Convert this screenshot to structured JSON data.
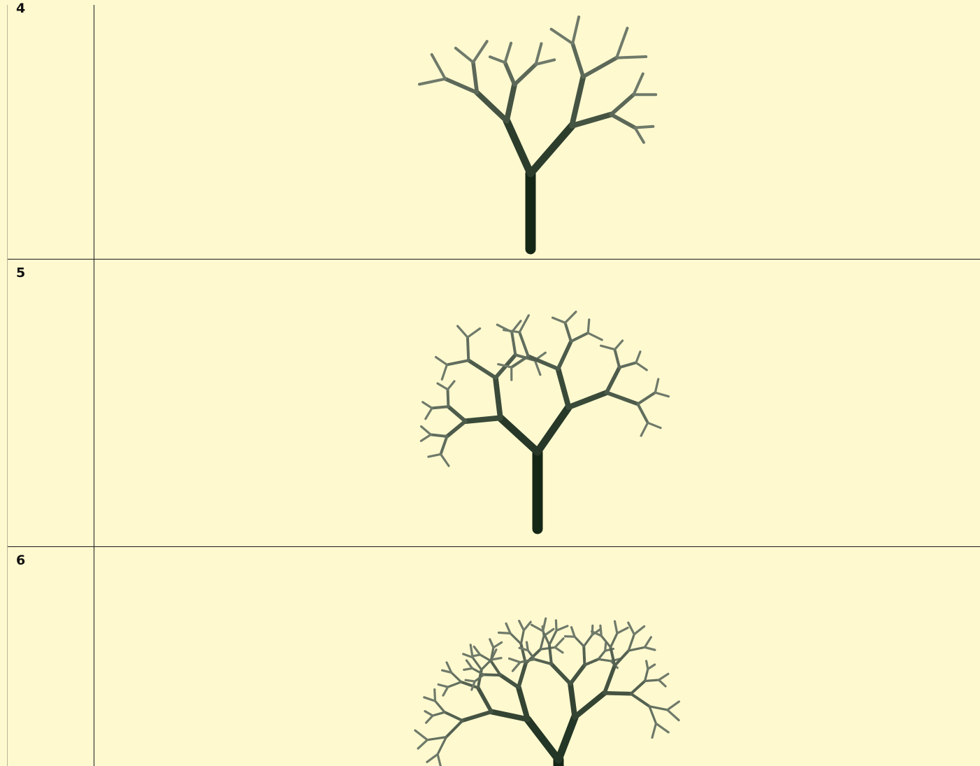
{
  "rows": [
    {
      "label": "4",
      "depth": 4
    },
    {
      "label": "5",
      "depth": 5
    },
    {
      "label": "6",
      "depth": 6
    }
  ],
  "colors": {
    "background": "#fff9cf",
    "grid_line": "#1a1a1a",
    "trunk": "#142716",
    "twig": "#6f7a6a"
  }
}
